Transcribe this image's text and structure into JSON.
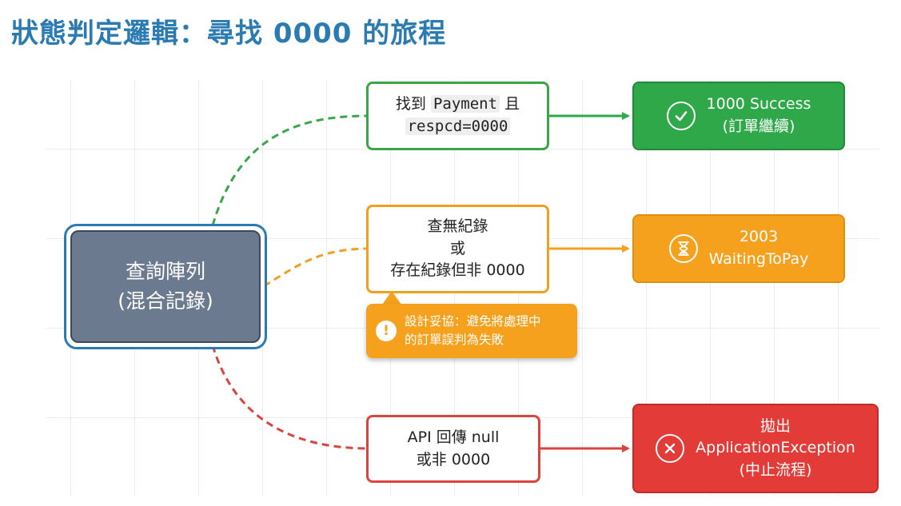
{
  "title": "狀態判定邏輯：尋找 0000 的旅程",
  "source": {
    "line1": "查詢陣列",
    "line2": "(混合記錄)"
  },
  "branches": [
    {
      "condition": {
        "prefix": "找到",
        "code1": "Payment",
        "suffix": "且",
        "code2": "respcd=0000"
      },
      "result": {
        "icon": "check-circle-icon",
        "line1": "1000 Success",
        "line2": "(訂單繼續)"
      }
    },
    {
      "condition": {
        "line1": "查無紀錄",
        "line2": "或",
        "line3": "存在紀錄但非 0000"
      },
      "result": {
        "icon": "hourglass-icon",
        "line1": "2003",
        "line2": "WaitingToPay"
      }
    },
    {
      "condition": {
        "line1": "API 回傳 null",
        "line2": "或非 0000"
      },
      "result": {
        "icon": "x-circle-icon",
        "line1": "拋出",
        "line2": "ApplicationException",
        "line3": "(中止流程)"
      }
    }
  ],
  "note": {
    "icon": "exclamation-icon",
    "line1": "設計妥協：避免將處理中",
    "line2": "的訂單誤判為失敗"
  },
  "colors": {
    "title": "#2b7bb3",
    "green": "#2fa84a",
    "orange": "#f5a11e",
    "red": "#e33b38",
    "source": "#6b7a8e"
  }
}
